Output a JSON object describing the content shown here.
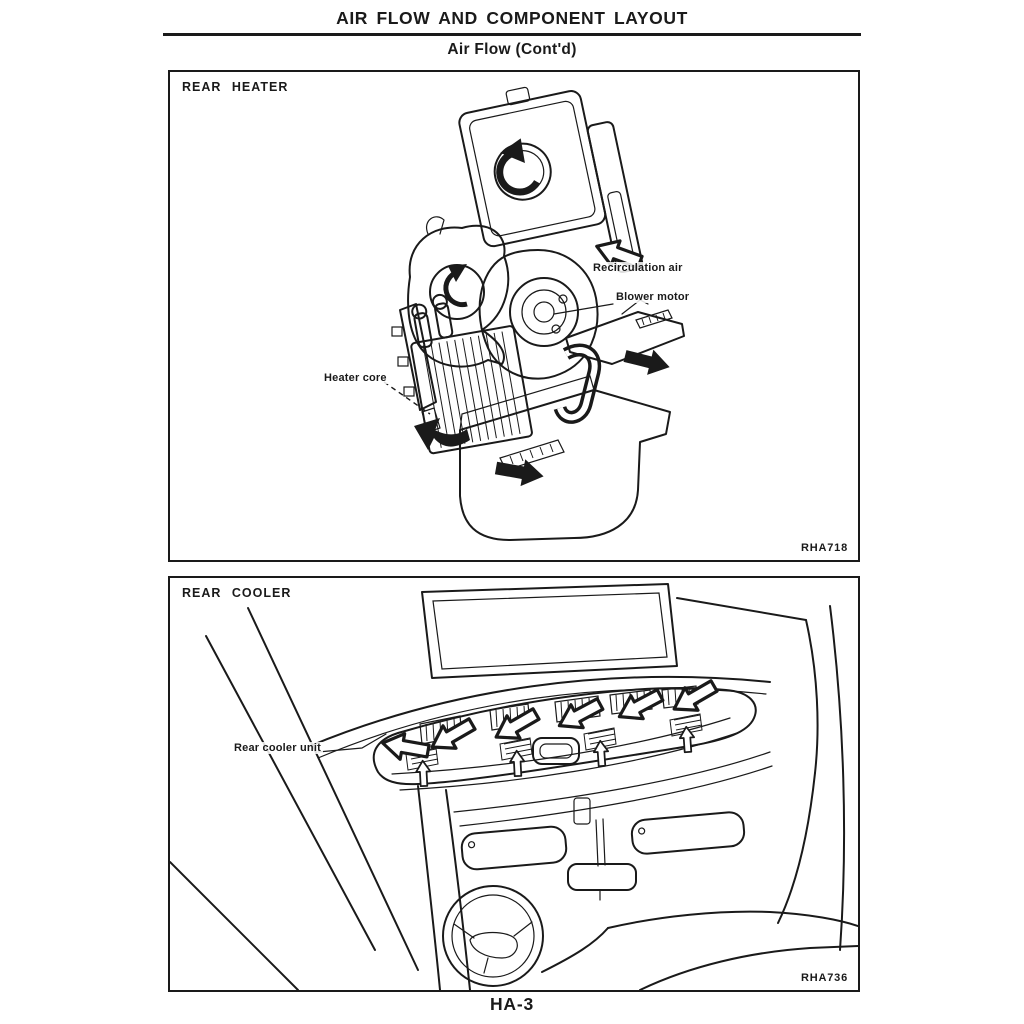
{
  "page": {
    "title": "AIR FLOW AND COMPONENT LAYOUT",
    "subtitle": "Air Flow (Cont'd)",
    "page_number": "HA-3"
  },
  "colors": {
    "ink": "#1a1a1a",
    "paper": "#ffffff"
  },
  "icons": {
    "airflow_arrow": "➤ thick outlined/solid flow arrow",
    "rotation_arrow": "↻ curved rotation arrow"
  },
  "figures": [
    {
      "caption": "REAR HEATER",
      "ref_code": "RHA718",
      "labels": {
        "recirculation_air": "Recirculation air",
        "blower_motor": "Blower motor",
        "heater_core": "Heater core"
      }
    },
    {
      "caption": "REAR COOLER",
      "ref_code": "RHA736",
      "labels": {
        "rear_cooler_unit": "Rear cooler unit"
      }
    }
  ]
}
